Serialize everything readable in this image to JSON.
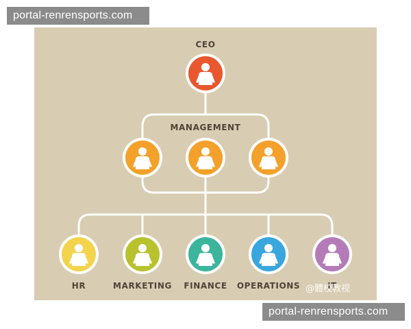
{
  "watermarks": {
    "top": "portal-renrensports.com",
    "bottom": "portal-renrensports.com"
  },
  "credit": "@體校教视",
  "org_chart": {
    "background": "#d8ccb3",
    "connector_color": "#ffffff",
    "ceo": {
      "label": "CEO",
      "color": "#e8572d",
      "icon": "person-icon"
    },
    "management": {
      "label": "MANAGEMENT",
      "color": "#f3a12b",
      "members": 3,
      "icon": "person-icon"
    },
    "departments": [
      {
        "label": "HR",
        "color": "#f4d34d",
        "icon": "person-icon"
      },
      {
        "label": "MARKETING",
        "color": "#b7c22d",
        "icon": "person-icon"
      },
      {
        "label": "FINANCE",
        "color": "#3bb59b",
        "icon": "person-icon"
      },
      {
        "label": "OPERATIONS",
        "color": "#3aa6de",
        "icon": "person-icon"
      },
      {
        "label": "IT",
        "color": "#b57bb8",
        "icon": "person-icon"
      }
    ]
  }
}
